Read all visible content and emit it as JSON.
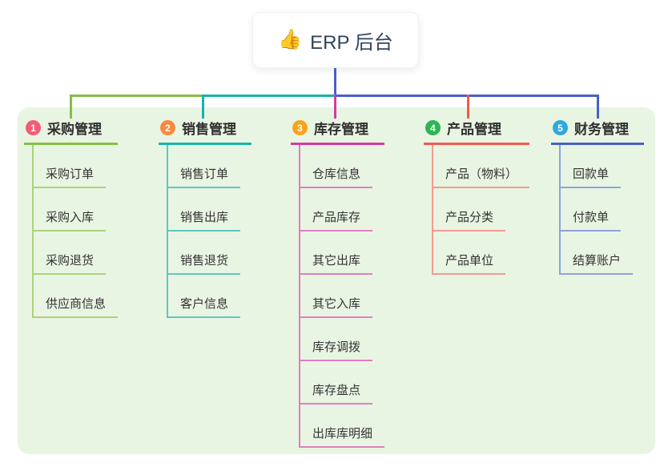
{
  "root": {
    "icon": "👍",
    "label": "ERP 后台"
  },
  "palette": {
    "panel_bg": "#e9f5e3",
    "page_bg": "#ffffff",
    "root_line": "#4a5fc6",
    "root_text": "#33445b",
    "title_text": "#2f2f2f",
    "child_text": "#333333"
  },
  "branches": [
    {
      "number": "1",
      "label": "采购管理",
      "badge_color": "#f25c76",
      "line_color": "#85bf44",
      "child_line_color": "#a9d478",
      "children": [
        "采购订单",
        "采购入库",
        "采购退货",
        "供应商信息"
      ]
    },
    {
      "number": "2",
      "label": "销售管理",
      "badge_color": "#f78a40",
      "line_color": "#17b3ae",
      "child_line_color": "#5fc8c2",
      "children": [
        "销售订单",
        "销售出库",
        "销售退货",
        "客户信息"
      ]
    },
    {
      "number": "3",
      "label": "库存管理",
      "badge_color": "#f7a41d",
      "line_color": "#d23c9f",
      "child_line_color": "#e07ec2",
      "children": [
        "仓库信息",
        "产品库存",
        "其它出库",
        "其它入库",
        "库存调拨",
        "库存盘点",
        "出库库明细"
      ]
    },
    {
      "number": "4",
      "label": "产品管理",
      "badge_color": "#2eb454",
      "line_color": "#f15b50",
      "child_line_color": "#f59a90",
      "children": [
        "产品（物料）",
        "产品分类",
        "产品单位"
      ]
    },
    {
      "number": "5",
      "label": "财务管理",
      "badge_color": "#2fa9dd",
      "line_color": "#4a5fc6",
      "child_line_color": "#8ba2de",
      "children": [
        "回款单",
        "付款单",
        "结算账户"
      ]
    }
  ]
}
